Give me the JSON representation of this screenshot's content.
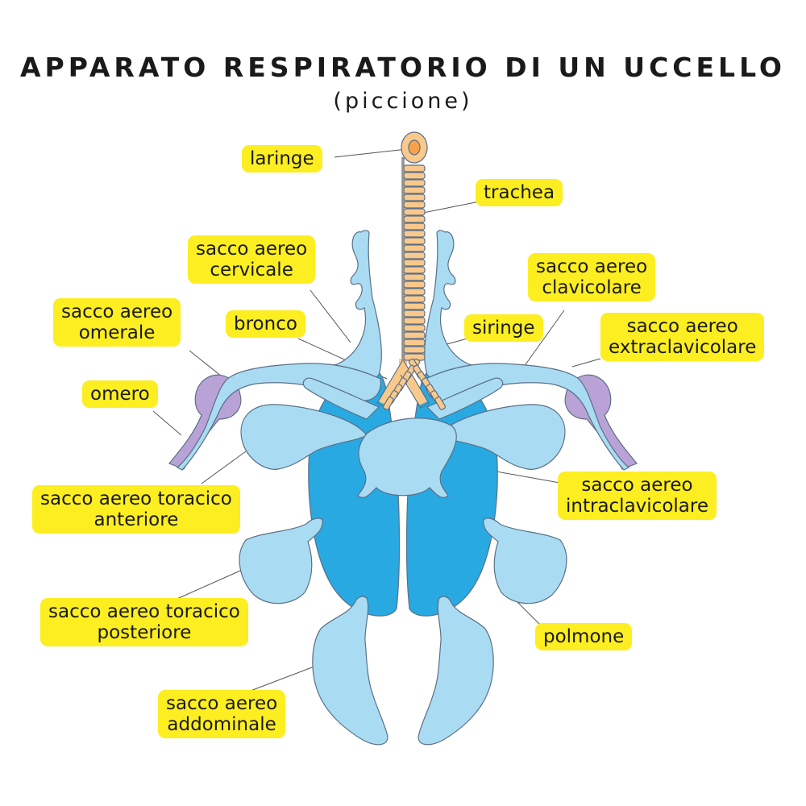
{
  "title": "APPARATO RESPIRATORIO DI UN UCCELLO",
  "subtitle": "(piccione)",
  "colors": {
    "label_bg": "#fcee21",
    "lung": "#29a9e1",
    "air_sac": "#a9dcf2",
    "trachea": "#f9c98b",
    "humerus": "#b9a3d6",
    "outline": "#5b6f86"
  },
  "labels": {
    "laringe": [
      "laringe"
    ],
    "trachea": [
      "trachea"
    ],
    "cervicale": [
      "sacco aereo",
      "cervicale"
    ],
    "clavicolare": [
      "sacco aereo",
      "clavicolare"
    ],
    "omerale": [
      "sacco aereo",
      "omerale"
    ],
    "bronco": [
      "bronco"
    ],
    "siringe": [
      "siringe"
    ],
    "extraclavicolare": [
      "sacco aereo",
      "extraclavicolare"
    ],
    "omero": [
      "omero"
    ],
    "toracico_anteriore": [
      "sacco aereo toracico",
      "anteriore"
    ],
    "intraclavicolare": [
      "sacco aereo",
      "intraclavicolare"
    ],
    "toracico_posteriore": [
      "sacco aereo toracico",
      "posteriore"
    ],
    "polmone": [
      "polmone"
    ],
    "addominale": [
      "sacco aereo",
      "addominale"
    ]
  }
}
